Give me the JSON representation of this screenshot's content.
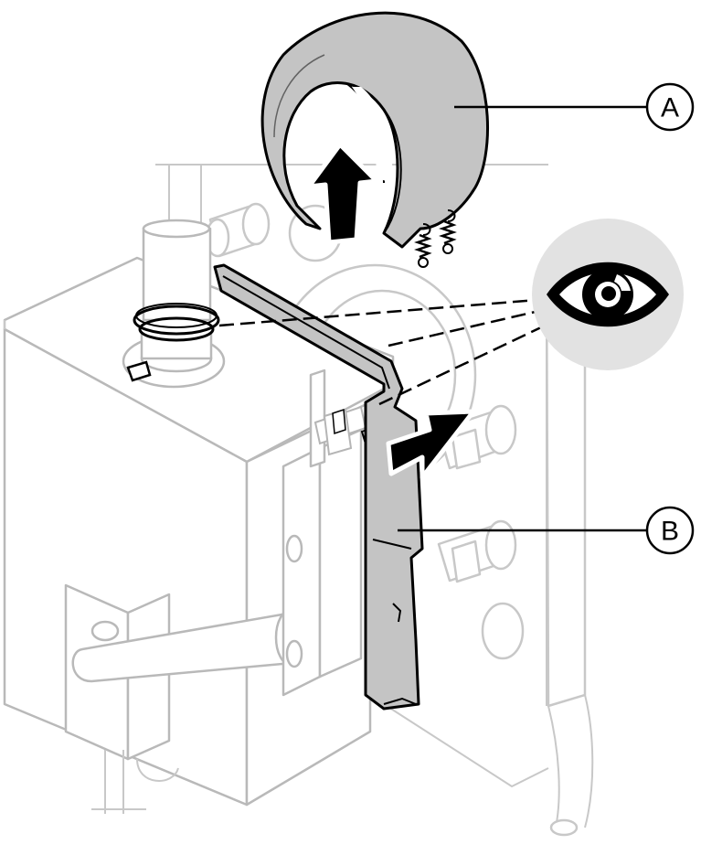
{
  "callouts": [
    {
      "id": "A",
      "label": "A"
    },
    {
      "id": "B",
      "label": "B"
    }
  ],
  "icons": {
    "inspect": "eye-icon",
    "remove_direction_up": "arrow-up-icon",
    "remove_direction_right": "arrow-right-icon"
  },
  "colors": {
    "line_art": "#c8c8c8",
    "insulation_fill": "#c4c4c4",
    "callout_stroke": "#000000",
    "eye_badge": "#e2e2e2"
  }
}
